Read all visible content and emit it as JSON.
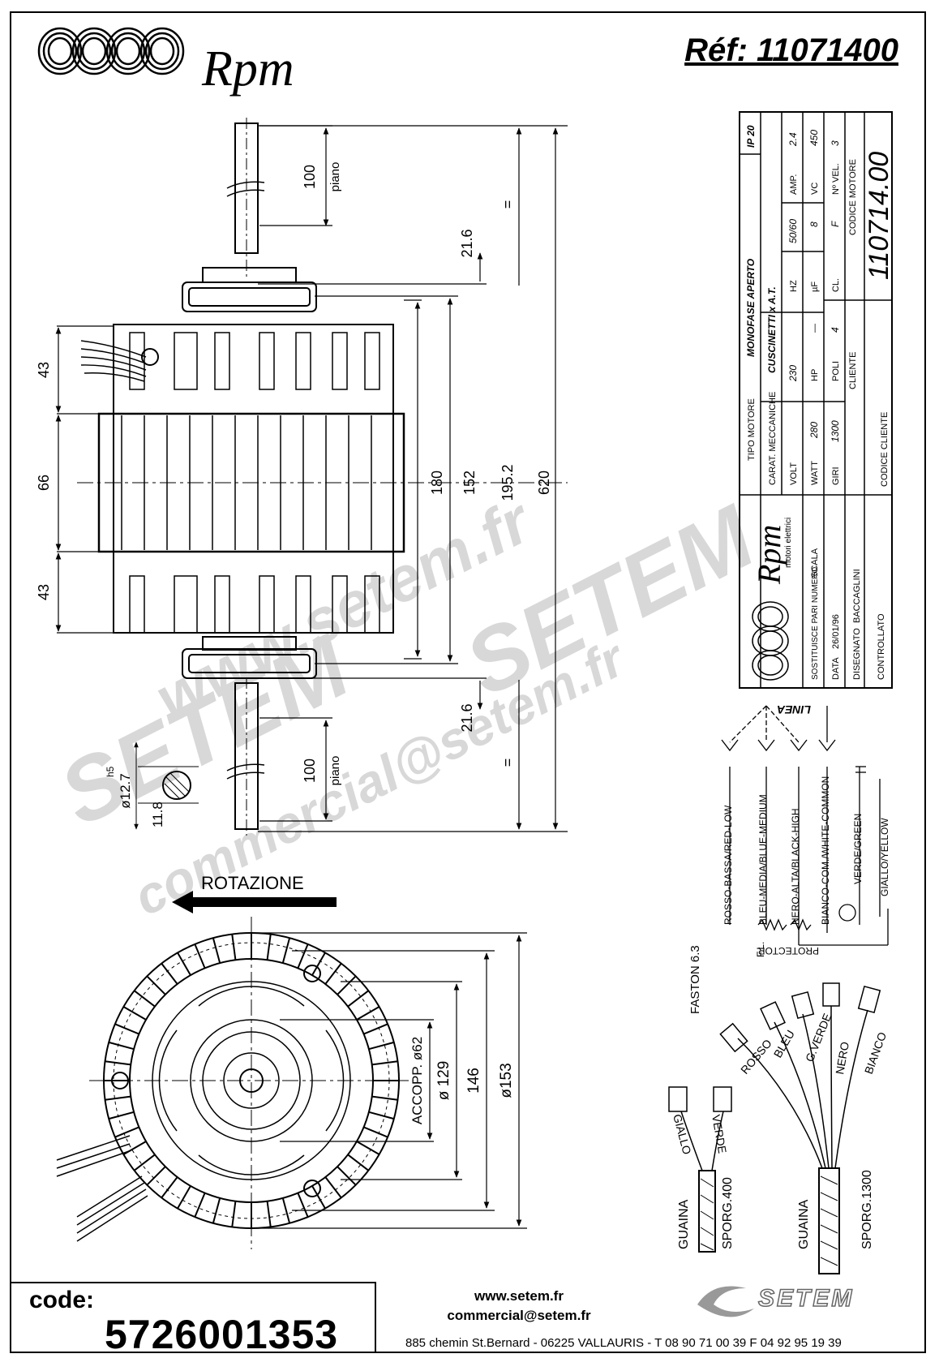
{
  "header": {
    "brand": "Rpm",
    "reference": "Réf: 11071400"
  },
  "dimensions": {
    "d100_top": "100",
    "piano_top": "piano",
    "d21_6_top": "21.6",
    "eq_top": "=",
    "d43_top": "43",
    "d66": "66",
    "d43_bottom": "43",
    "d180": "180",
    "d152": "152",
    "d195_2": "195.2",
    "d620": "620",
    "d21_6_bottom": "21.6",
    "eq_bottom": "=",
    "d100_bottom": "100",
    "piano_bottom": "piano",
    "shaft_dia": "ø12.7",
    "shaft_tol": "h5",
    "shaft_flat": "11.8",
    "rotation": "ROTAZIONE",
    "accopp": "ACCOPP. ø62",
    "d129": "ø 129",
    "d146": "146",
    "d153": "ø153"
  },
  "title_block": {
    "tipo_motore_label": "TIPO MOTORE",
    "tipo_motore_value": "MONOFASE APERTO",
    "ip": "IP 20",
    "carat_label": "CARAT. MECCANICHE",
    "carat_value": "CUSCINETTI x A.T.",
    "volt_label": "VOLT",
    "volt_value": "230",
    "hz_label": "HZ",
    "hz_value": "50/60",
    "amp_label": "AMP.",
    "amp_value": "2.4",
    "watt_label": "WATT",
    "watt_value": "280",
    "hp_label": "HP",
    "hp_value": "—",
    "uf_label": "µF",
    "uf_value": "8",
    "vc_label": "VC",
    "vc_value": "450",
    "giri_label": "GIRI",
    "giri_value": "1300",
    "poli_label": "POLI",
    "poli_value": "4",
    "cl_label": "CL.",
    "cl_value": "F",
    "nvel_label": "Nº VEL.",
    "nvel_value": "3",
    "cliente_label": "CLIENTE",
    "codice_motore_label": "CODICE MOTORE",
    "codice_motore_value": "110714.00",
    "codice_cliente_label": "CODICE CLIENTE",
    "sostituisce_label": "SOSTITUISCE PARI NUMERO",
    "scala_label": "SCALA",
    "data_label": "DATA",
    "data_value": "26/01/96",
    "disegnato_label": "DISEGNATO",
    "disegnato_value": "BACCAGLINI",
    "controllato_label": "CONTROLLATO",
    "logo_sub": "motori elettrici"
  },
  "wiring": {
    "linea": "LINEA",
    "wire1": "ROSSO-BASSA/RED-LOW",
    "wire2": "BLEU-MEDIA/BLUE-MEDIUM",
    "wire3": "NERO-ALTA/BLACK-HIGH",
    "wire4": "BIANCO-COM./WHITE-COMMON",
    "wire5": "VERDE/GREEN",
    "wire6": "GIALLO/YELLOW",
    "fl": "F.L.",
    "protector": "PROTECTOR",
    "faston": "FASTON 6.3"
  },
  "leads": {
    "rosso": "ROSSO",
    "bleu": "BLEU",
    "gverde": "G.VERDE",
    "nero": "NERO",
    "bianco": "BIANCO",
    "giallo": "GIALLO",
    "verde": "VERDE",
    "guaina1": "GUAINA",
    "sporg400": "SPORG.400",
    "guaina2": "GUAINA",
    "sporg1300": "SPORG.1300"
  },
  "watermark": {
    "line1": "www.setem.fr",
    "line2": "SETEM",
    "line3": "commercial@setem.fr",
    "line4": "SETEM"
  },
  "footer": {
    "code_label": "code:",
    "code_value": "5726001353",
    "website": "www.setem.fr",
    "email": "commercial@setem.fr",
    "address": "885 chemin St.Bernard  -  06225 VALLAURIS  -  T 08 90 71 00 39   F 04 92 95 19 39",
    "setem_logo": "SETEM"
  }
}
